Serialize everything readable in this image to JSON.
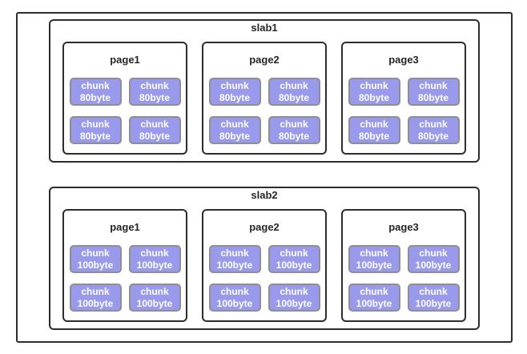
{
  "colors": {
    "background": "#ffffff",
    "box_border": "#2d2d2d",
    "chunk_fill": "#9a9aec",
    "chunk_border": "#8f8f8f",
    "title_text": "#262626",
    "chunk_text": "#ffffff"
  },
  "slabs": [
    {
      "label": "slab1",
      "pages": [
        {
          "label": "page1",
          "chunks": [
            "chunk\n80byte",
            "chunk\n80byte",
            "chunk\n80byte",
            "chunk\n80byte"
          ]
        },
        {
          "label": "page2",
          "chunks": [
            "chunk\n80byte",
            "chunk\n80byte",
            "chunk\n80byte",
            "chunk\n80byte"
          ]
        },
        {
          "label": "page3",
          "chunks": [
            "chunk\n80byte",
            "chunk\n80byte",
            "chunk\n80byte",
            "chunk\n80byte"
          ]
        }
      ]
    },
    {
      "label": "slab2",
      "pages": [
        {
          "label": "page1",
          "chunks": [
            "chunk\n100byte",
            "chunk\n100byte",
            "chunk\n100byte",
            "chunk\n100byte"
          ]
        },
        {
          "label": "page2",
          "chunks": [
            "chunk\n100byte",
            "chunk\n100byte",
            "chunk\n100byte",
            "chunk\n100byte"
          ]
        },
        {
          "label": "page3",
          "chunks": [
            "chunk\n100byte",
            "chunk\n100byte",
            "chunk\n100byte",
            "chunk\n100byte"
          ]
        }
      ]
    }
  ]
}
